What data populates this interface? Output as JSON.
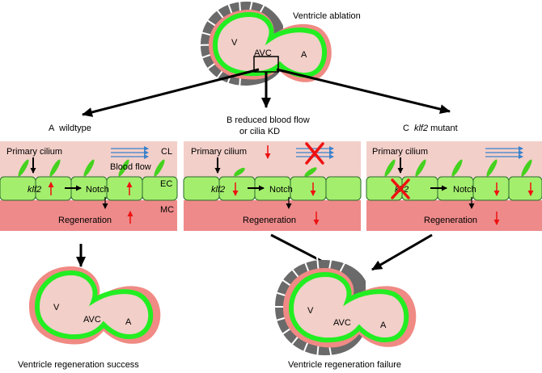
{
  "top": {
    "title": "Ventricle ablation",
    "heart_labels": {
      "ventricle": "V",
      "avc": "AVC",
      "atrium": "A"
    }
  },
  "panels": [
    {
      "id": "A",
      "heading_letter": "A",
      "heading_text": "wildtype",
      "cilium_label": "Primary cilium",
      "klf2_label": "klf2",
      "notch_label": "Notch",
      "regeneration_label": "Regeneration",
      "blood_flow_label": "Blood flow",
      "layer_labels": {
        "cl": "CL",
        "ec": "EC",
        "mc": "MC"
      }
    },
    {
      "id": "B",
      "heading_line1": "B reduced blood flow",
      "heading_line2": "or cilia KD",
      "cilium_label": "Primary cilium",
      "klf2_label": "klf2",
      "notch_label": "Notch",
      "regeneration_label": "Regeneration"
    },
    {
      "id": "C",
      "heading_letter": "C",
      "heading_italic": "klf2",
      "heading_text": "mutant",
      "cilium_label": "Primary cilium",
      "klf2_label": "klf2",
      "notch_label": "Notch",
      "regeneration_label": "Regeneration"
    }
  ],
  "outcomes": {
    "success": {
      "caption": "Ventricle regeneration success",
      "heart_labels": {
        "ventricle": "V",
        "avc": "AVC",
        "atrium": "A"
      }
    },
    "failure": {
      "caption": "Ventricle regeneration failure",
      "heart_labels": {
        "ventricle": "V",
        "avc": "AVC",
        "atrium": "A"
      }
    }
  },
  "colors": {
    "myocardium": "#f08a84",
    "endocardium": "#22ee22",
    "lumen": "#f2cfc8",
    "cl_band": "#f3cfc9",
    "ec_cell": "#a4ee6e",
    "mc_band": "#ee8a8a",
    "cilium": "#44d21e",
    "ablation": "#666666",
    "red_arrow": "#ee1111",
    "blood_flow": "#3a82cc"
  }
}
